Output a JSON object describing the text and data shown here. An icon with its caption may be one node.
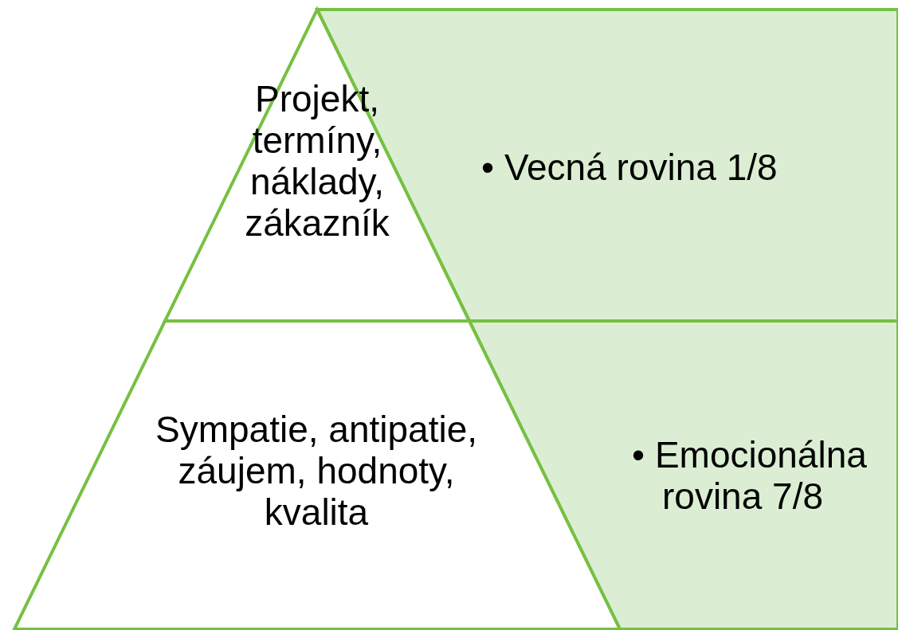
{
  "diagram": {
    "nodes": [
      {
        "text": [
          "Projekt, termíny, náklady, zákazník"
        ]
      },
      {
        "text": [
          "Sympatie, antipatie, záujem, hodnoty, kvalita"
        ]
      },
      {
        "text": [
          "• Vecná rovina 1/8"
        ]
      },
      {
        "text": [
          "• Emocionálna rovina 7/8"
        ]
      }
    ]
  }
}
